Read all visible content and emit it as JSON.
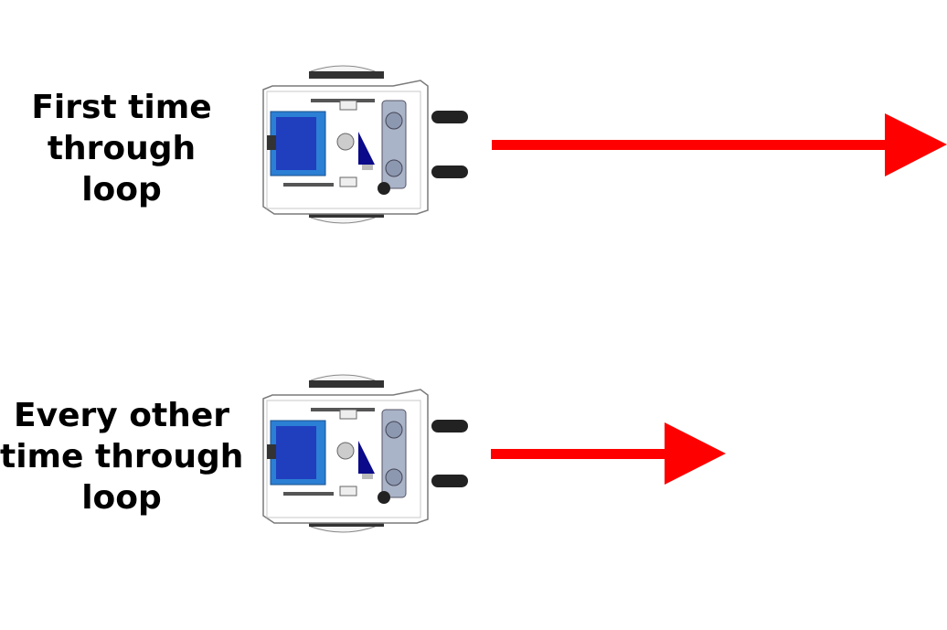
{
  "rows": [
    {
      "label_lines": [
        "First time",
        "through",
        "loop"
      ],
      "arrow_color": "#ff0000"
    },
    {
      "label_lines": [
        "Every other",
        "time through",
        "loop"
      ],
      "arrow_color": "#ff0000"
    }
  ],
  "robot": {
    "icon": "robot-board-icon",
    "board_color": "#ffffff",
    "screen_color": "#1f3fbf",
    "screen_frame_color": "#2b7fd4",
    "sensor_color": "#222222",
    "trim_color": "#0a0a8a"
  }
}
